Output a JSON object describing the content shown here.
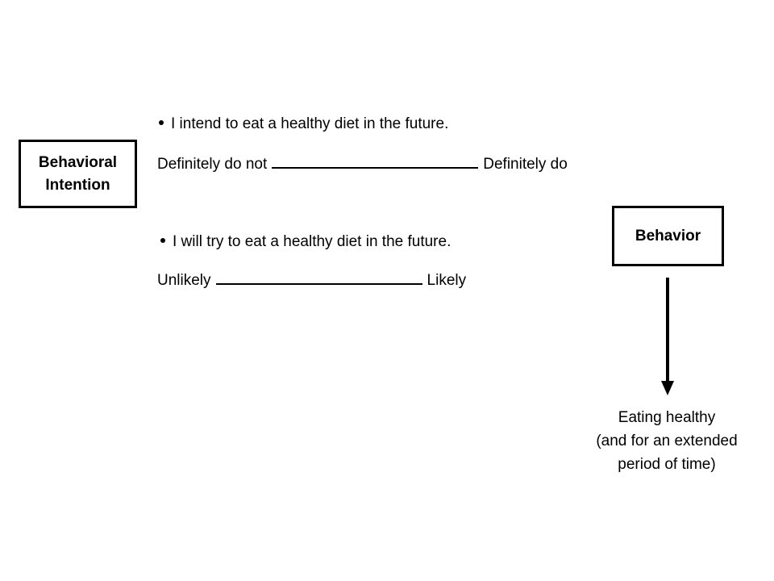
{
  "boxes": {
    "behavioral_intention": [
      "Behavioral",
      "Intention"
    ],
    "behavior": "Behavior"
  },
  "items": [
    {
      "question": "I intend to eat a healthy diet in the future.",
      "scale_left": "Definitely do not",
      "scale_right": "Definitely do"
    },
    {
      "question": "I will try to eat a healthy diet in the future.",
      "scale_left": "Unlikely",
      "scale_right": "Likely"
    }
  ],
  "outcome": [
    "Eating healthy",
    "(and for an extended",
    "period of time)"
  ]
}
